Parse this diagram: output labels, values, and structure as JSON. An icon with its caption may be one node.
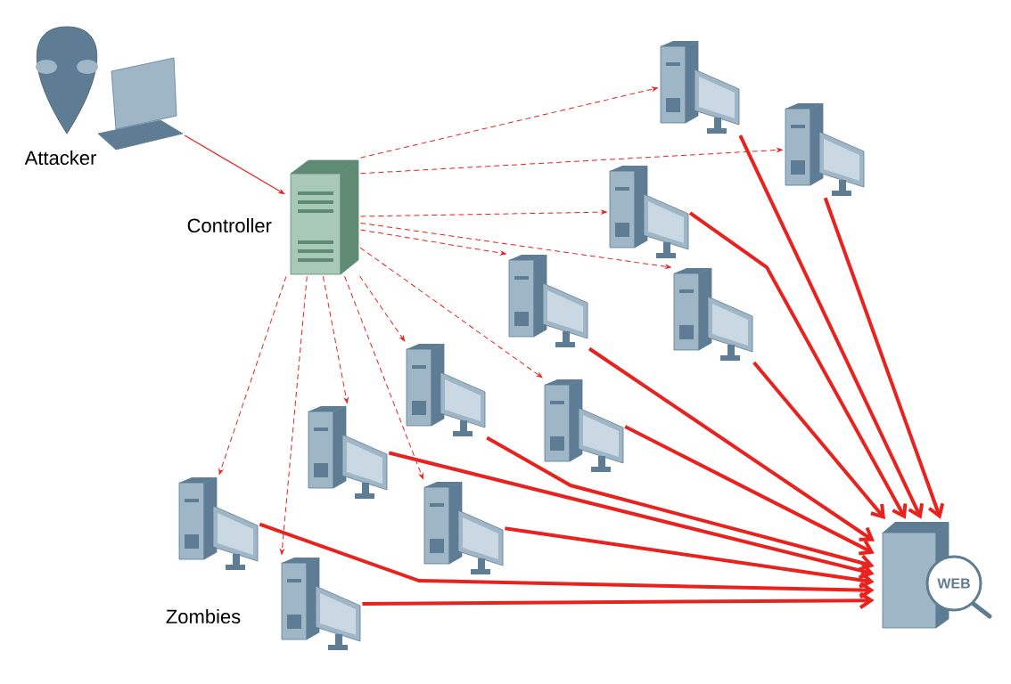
{
  "diagram": {
    "nodes": [
      {
        "text": [
          "Attacker"
        ]
      },
      {
        "text": [
          "Controller"
        ]
      },
      {
        "text": [],
        "shape": "picture"
      },
      {
        "text": [],
        "shape": "picture"
      },
      {
        "text": [],
        "shape": "picture"
      },
      {
        "text": [],
        "shape": "picture"
      },
      {
        "text": [],
        "shape": "picture"
      },
      {
        "text": [],
        "shape": "picture"
      },
      {
        "text": [],
        "shape": "picture"
      },
      {
        "text": [],
        "shape": "picture"
      },
      {
        "text": [],
        "shape": "picture"
      },
      {
        "text": [],
        "shape": "picture"
      },
      {
        "text": [],
        "shape": "picture"
      },
      {
        "text": [
          "WEB"
        ]
      }
    ],
    "edges": [
      {
        "from": 0,
        "to": 1,
        "arrow": "to"
      },
      {
        "from": 1,
        "to": 2,
        "arrow": "to",
        "style": "dashed"
      },
      {
        "from": 1,
        "to": 3,
        "arrow": "to",
        "style": "dashed"
      },
      {
        "from": 1,
        "to": 4,
        "arrow": "to",
        "style": "dashed"
      },
      {
        "from": 1,
        "to": 5,
        "arrow": "to",
        "style": "dashed"
      },
      {
        "from": 1,
        "to": 6,
        "arrow": "to",
        "style": "dashed"
      },
      {
        "from": 1,
        "to": 7,
        "arrow": "to",
        "style": "dashed"
      },
      {
        "from": 1,
        "to": 8,
        "arrow": "to",
        "style": "dashed"
      },
      {
        "from": 1,
        "to": 9,
        "arrow": "to",
        "style": "dashed"
      },
      {
        "from": 1,
        "to": 10,
        "arrow": "to",
        "style": "dashed"
      },
      {
        "from": 1,
        "to": 11,
        "arrow": "to",
        "style": "dashed"
      },
      {
        "from": 1,
        "to": 12,
        "arrow": "to",
        "style": "dashed"
      },
      {
        "from": 2,
        "to": 13,
        "arrow": "to",
        "style": "thick"
      },
      {
        "from": 3,
        "to": 13,
        "arrow": "to",
        "style": "thick"
      },
      {
        "from": 4,
        "to": 13,
        "arrow": "to",
        "style": "thick"
      },
      {
        "from": 5,
        "to": 13,
        "arrow": "to",
        "style": "thick"
      },
      {
        "from": 6,
        "to": 13,
        "arrow": "to",
        "style": "thick"
      },
      {
        "from": 7,
        "to": 13,
        "arrow": "to",
        "style": "thick"
      },
      {
        "from": 8,
        "to": 13,
        "arrow": "to",
        "style": "thick"
      },
      {
        "from": 9,
        "to": 13,
        "arrow": "to",
        "style": "thick"
      },
      {
        "from": 10,
        "to": 13,
        "arrow": "to",
        "style": "thick"
      },
      {
        "from": 11,
        "to": 13,
        "arrow": "to",
        "style": "thick"
      },
      {
        "from": 12,
        "to": 13,
        "arrow": "to",
        "style": "thick"
      }
    ],
    "labels": [
      "Zombies"
    ]
  }
}
